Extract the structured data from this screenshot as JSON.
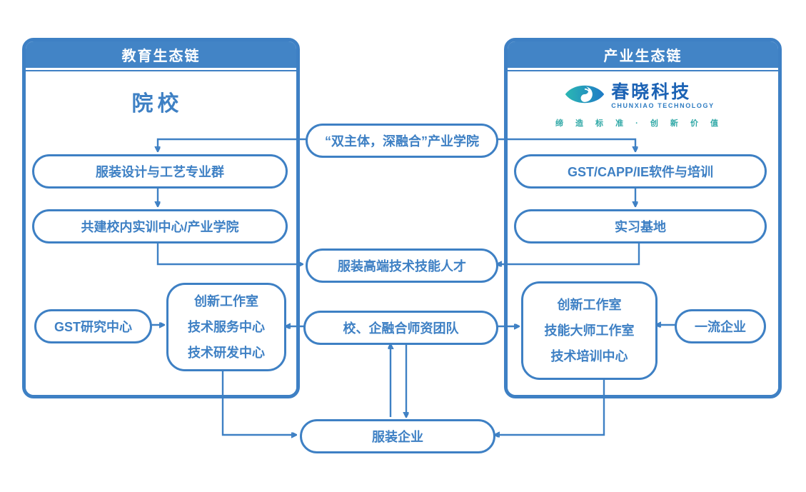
{
  "diagram": {
    "left": {
      "header": "教育生态链",
      "title": "院校",
      "pill_major_group": "服装设计与工艺专业群",
      "pill_training_center": "共建校内实训中心/产业学院",
      "pill_gst_research": "GST研究中心",
      "box_lines": [
        "创新工作室",
        "技术服务中心",
        "技术研发中心"
      ]
    },
    "right": {
      "header": "产业生态链",
      "logo_name": "春晓科技",
      "logo_name_en": "CHUNXIAO TECHNOLOGY",
      "logo_tagline": "缔 造 标 准 · 创 新 价 值",
      "pill_software_training": "GST/CAPP/IE软件与培训",
      "pill_internship_base": "实习基地",
      "pill_top_enterprise": "一流企业",
      "box_lines": [
        "创新工作室",
        "技能大师工作室",
        "技术培训中心"
      ]
    },
    "middle": {
      "pill_industry_college": "“双主体，深融合”产业学院",
      "pill_talent": "服装高端技术技能人才",
      "pill_faculty_team": "校、企融合师资团队",
      "pill_garment_enterprise": "服装企业"
    },
    "colors": {
      "primary_blue": "#3E80C4",
      "band_blue": "#4284C6",
      "logo_dark_blue": "#1B62B4",
      "logo_teal": "#2FA8A6"
    }
  }
}
